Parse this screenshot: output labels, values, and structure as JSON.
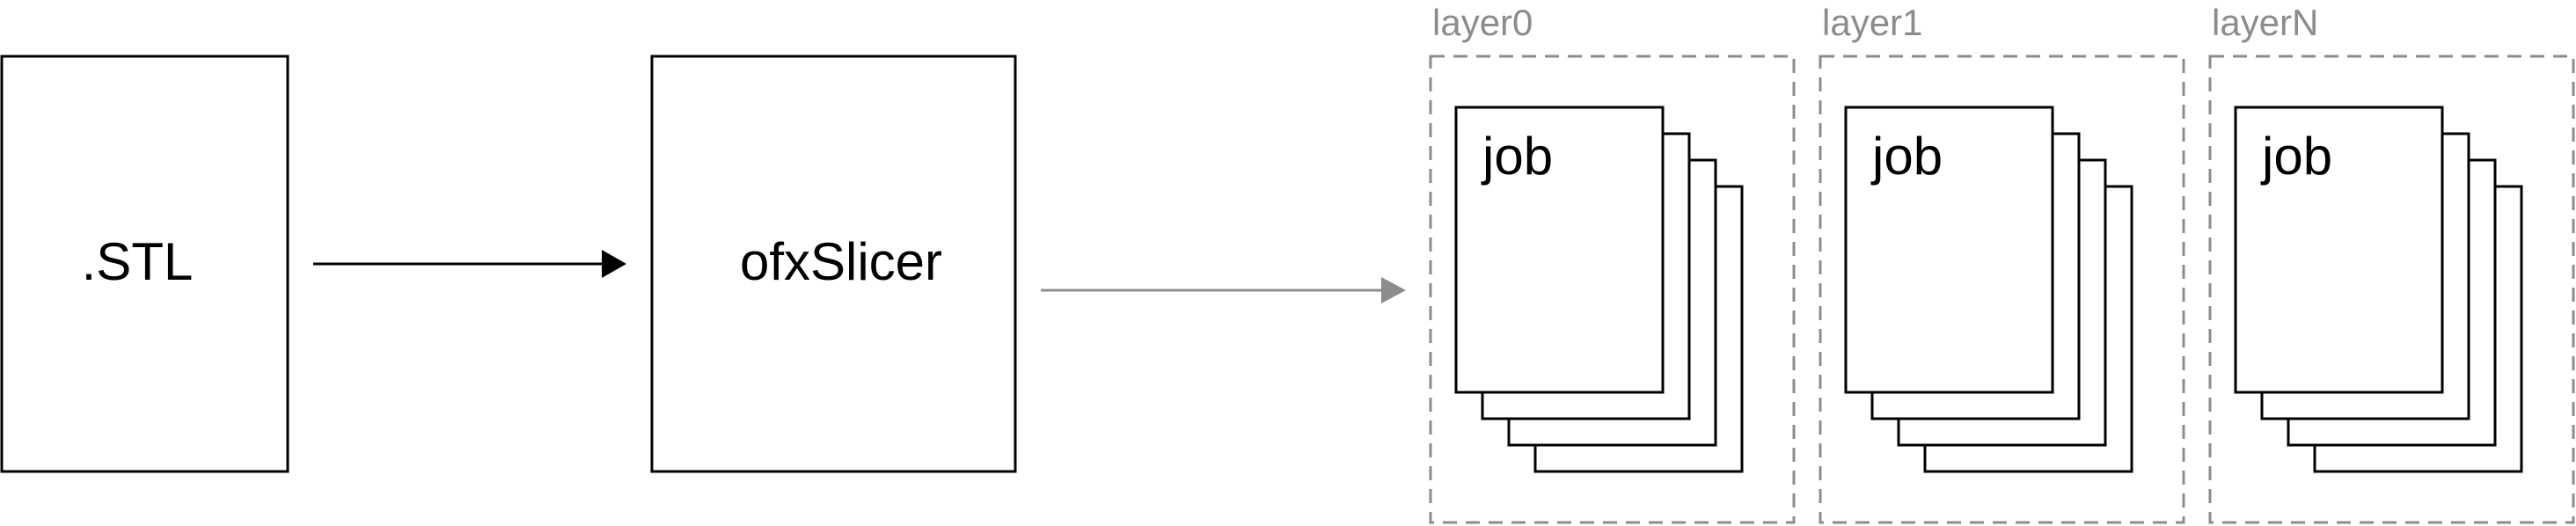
{
  "colors": {
    "stroke": "#000000",
    "muted": "#8c8c8c",
    "background": "#ffffff"
  },
  "nodes": {
    "stl": {
      "label": ".STL"
    },
    "slicer": {
      "label": "ofxSlicer"
    }
  },
  "layers": [
    {
      "label": "layer0",
      "job_label": "job"
    },
    {
      "label": "layer1",
      "job_label": "job"
    },
    {
      "label": "layerN",
      "job_label": "job"
    }
  ],
  "edges": [
    {
      "from": "stl",
      "to": "slicer",
      "style": "solid-black"
    },
    {
      "from": "slicer",
      "to": "layers",
      "style": "solid-gray"
    }
  ]
}
